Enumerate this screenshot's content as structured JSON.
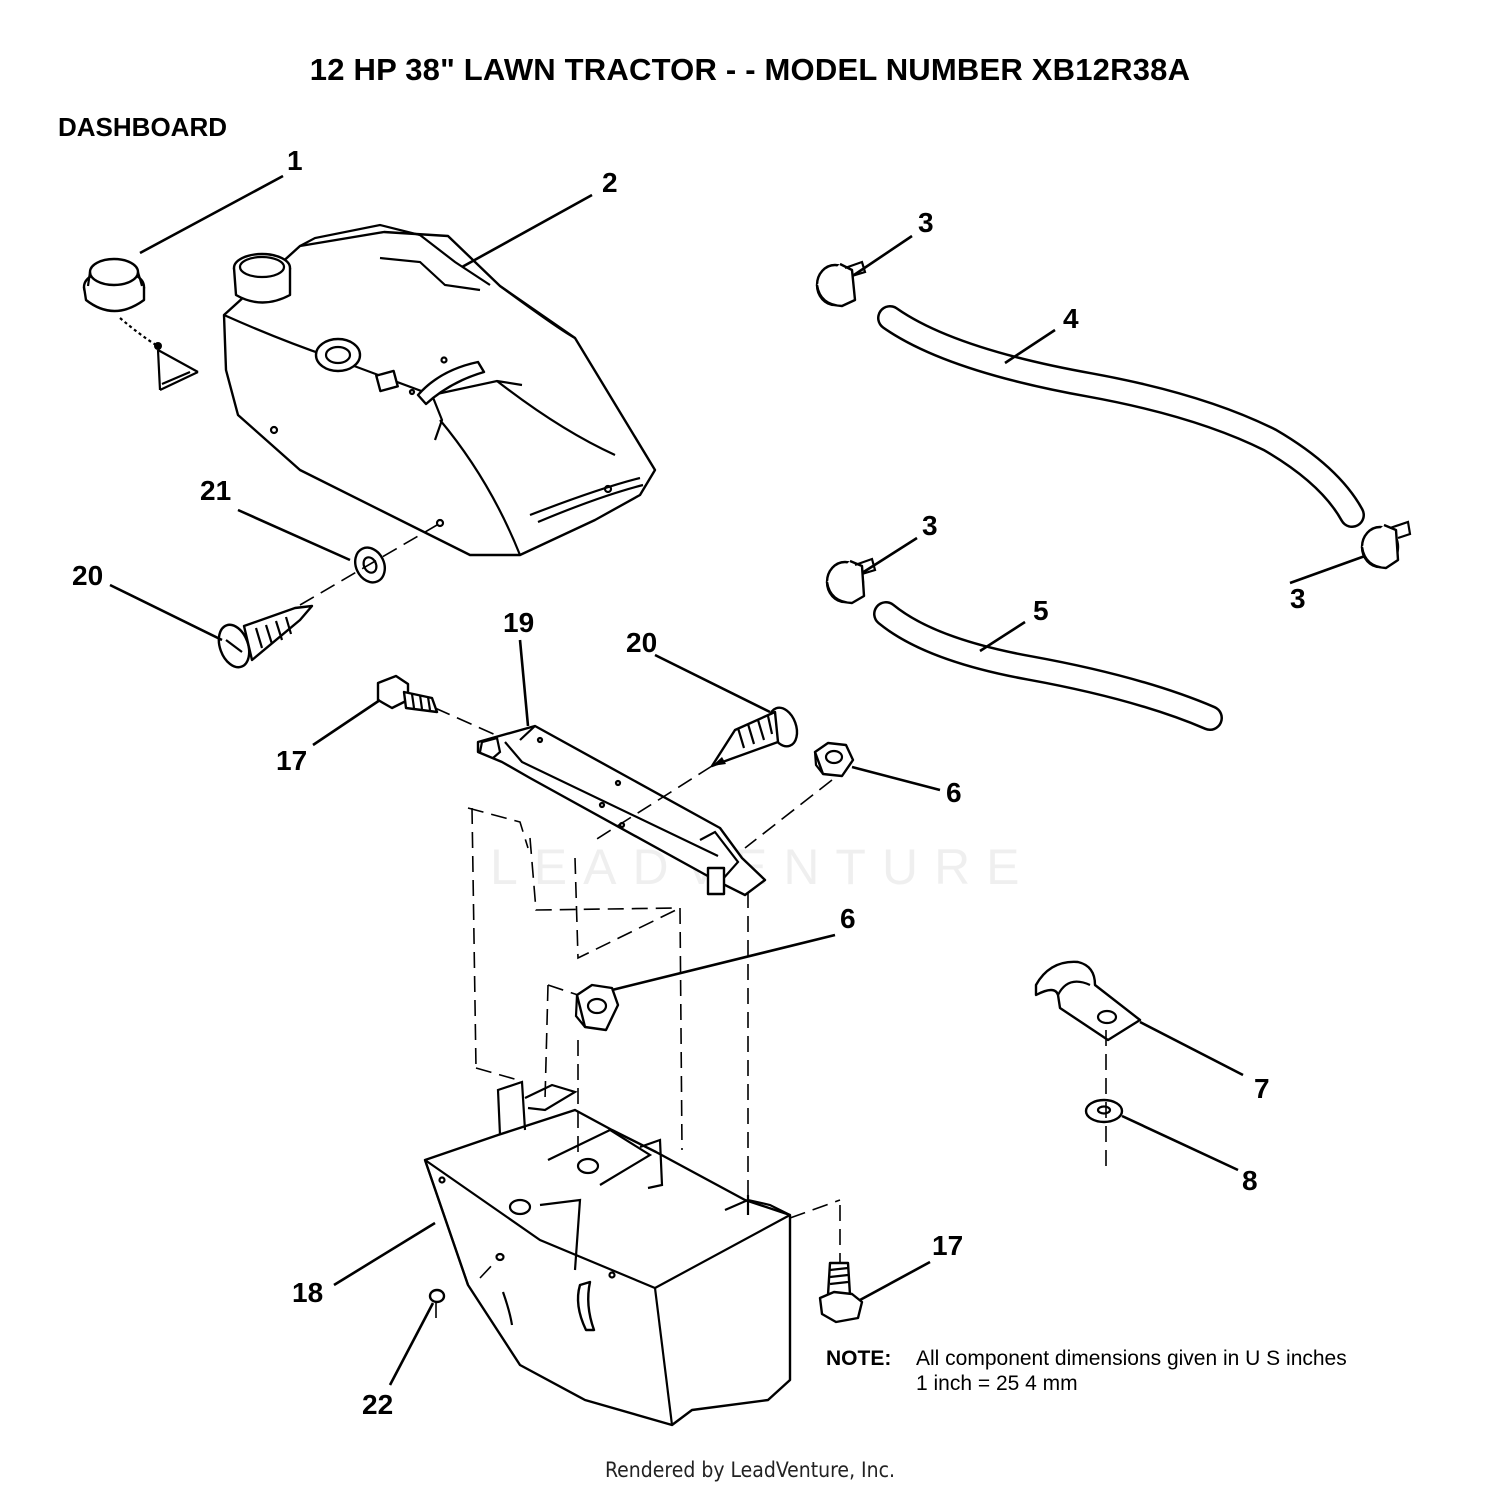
{
  "header": {
    "title": "12 HP 38\" LAWN TRACTOR - - MODEL NUMBER XB12R38A",
    "section": "DASHBOARD"
  },
  "callouts": {
    "c1": "1",
    "c2": "2",
    "c3a": "3",
    "c3b": "3",
    "c3c": "3",
    "c4": "4",
    "c5": "5",
    "c6a": "6",
    "c6b": "6",
    "c7": "7",
    "c8": "8",
    "c17a": "17",
    "c17b": "17",
    "c18": "18",
    "c19": "19",
    "c20a": "20",
    "c20b": "20",
    "c21": "21",
    "c22": "22"
  },
  "note": {
    "label": "NOTE:",
    "line1": "All component dimensions given in U S  inches",
    "line2": "1 inch = 25 4 mm"
  },
  "footer": "Rendered by LeadVenture, Inc.",
  "watermark": "LEADVENTURE"
}
